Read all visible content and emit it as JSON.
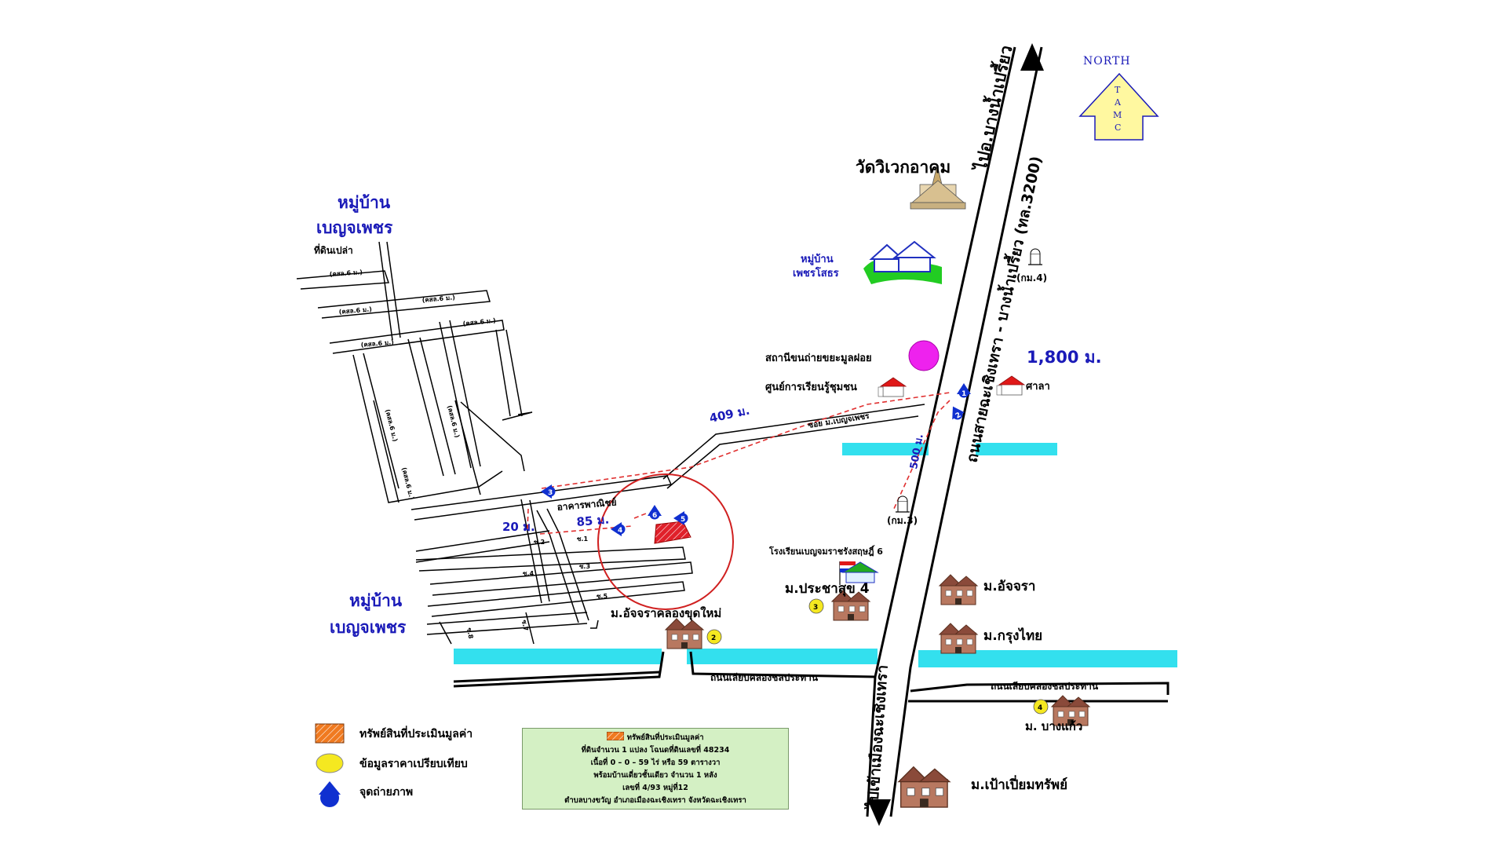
{
  "map": {
    "north": {
      "label": "NORTH",
      "code": "TAMC"
    },
    "villages": {
      "benja_top": [
        "หมู่บ้าน",
        "เบญจเพชร"
      ],
      "benja_bottom": [
        "หมู่บ้าน",
        "เบญจเพชร"
      ],
      "phet_sathon": [
        "หมู่บ้าน",
        "เพชรโสธร"
      ]
    },
    "landmarks": {
      "temple": "วัดวิเวกอาคม",
      "waste_station": "สถานีขนถ่ายขยะมูลฝอย",
      "learning_center": "ศูนย์การเรียนรู้ชุมชน",
      "sala": "ศาลา",
      "school": "โรงเรียนเบญจมราชรังสฤษฎิ์ 6",
      "commercial": "อาคารพาณิชย์",
      "land_plot": "ที่ดินเปล่า"
    },
    "roads": {
      "main_north": "ไปอ.บางน้ำเปรี้ยว",
      "main_name": "ถนนสายฉะเชิงเทรา - บางน้ำเปรี้ยว (ทล.3200)",
      "main_south": "ไปเข้าเมืองฉะเชิงเทรา",
      "soi": "ซอย ม.เบญจเพชร",
      "canal_road_left": "ถนนเลียบคลองชลประทาน",
      "canal_road_right": "ถนนเลียบคลองชลประทาน"
    },
    "distances": {
      "d1800": "1,800 ม.",
      "d409": "409 ม.",
      "d500": "500 ม.",
      "d85": "85 ม.",
      "d20": "20 ม."
    },
    "km_posts": {
      "km4": "(กม.4)",
      "km3": "(กม.3)"
    },
    "side_streets": {
      "s1": "ซ.1",
      "s2": "ซ.2",
      "s3": "ซ.3",
      "s4": "ซ.4",
      "s5": "ซ.5",
      "s7": "ซ.7",
      "s8": "ซ.8",
      "road6a": "(คสล.6 ม.)",
      "road6b": "(คสล.6 ม.)",
      "road6c": "(คสล.6 ม.)",
      "road6d": "(คสล.6 ม.)",
      "road6e": "(คสล.6 ม.)",
      "road_v1": "(คสล.6 ม.)",
      "road_v2": "(คสล.6 ม.)",
      "road_v3": "(คสล.6 ม.)"
    },
    "estates": {
      "prachasuk": "ม.ประชาสุข 4",
      "achara": "ม.อัจจรา",
      "krungthai": "ม.กรุงไทย",
      "achara_new": "ม.อัจจราคลองขุดใหม่",
      "bangkaew": "ม. บางแก้ว",
      "paoprium": "ม.เป้าเปี่ยมทรัพย์"
    },
    "photo_points": [
      "1",
      "2",
      "3",
      "4",
      "5",
      "6"
    ],
    "comparables": [
      "2",
      "3",
      "4"
    ],
    "colors": {
      "river": "#33e0ee",
      "road_blue": "#1a1ab8",
      "route": "#e03030",
      "subject": "#e0202a",
      "waste": "#ee22ee",
      "legend_bg": "#d4f0c4"
    }
  },
  "legend": {
    "subject": "ทรัพย์สินที่ประเมินมูลค่า",
    "comparable": "ข้อมูลราคาเปรียบเทียบ",
    "photo": "จุดถ่ายภาพ"
  },
  "info_box": {
    "title": "ทรัพย์สินที่ประเมินมูลค่า",
    "line1": "ที่ดินจำนวน 1 แปลง โฉนดที่ดินเลขที่ 48234",
    "line2": "เนื้อที่  0 – 0 – 59 ไร่ หรือ 59 ตารางวา",
    "line3": "พร้อมบ้านเดี่ยวชั้นเดียว  จำนวน 1 หลัง",
    "line4": "เลขที่ 4/93  หมู่ที่12",
    "line5": "ตำบลบางขวัญ อำเภอเมืองฉะเชิงเทรา จังหวัดฉะเชิงเทรา"
  }
}
